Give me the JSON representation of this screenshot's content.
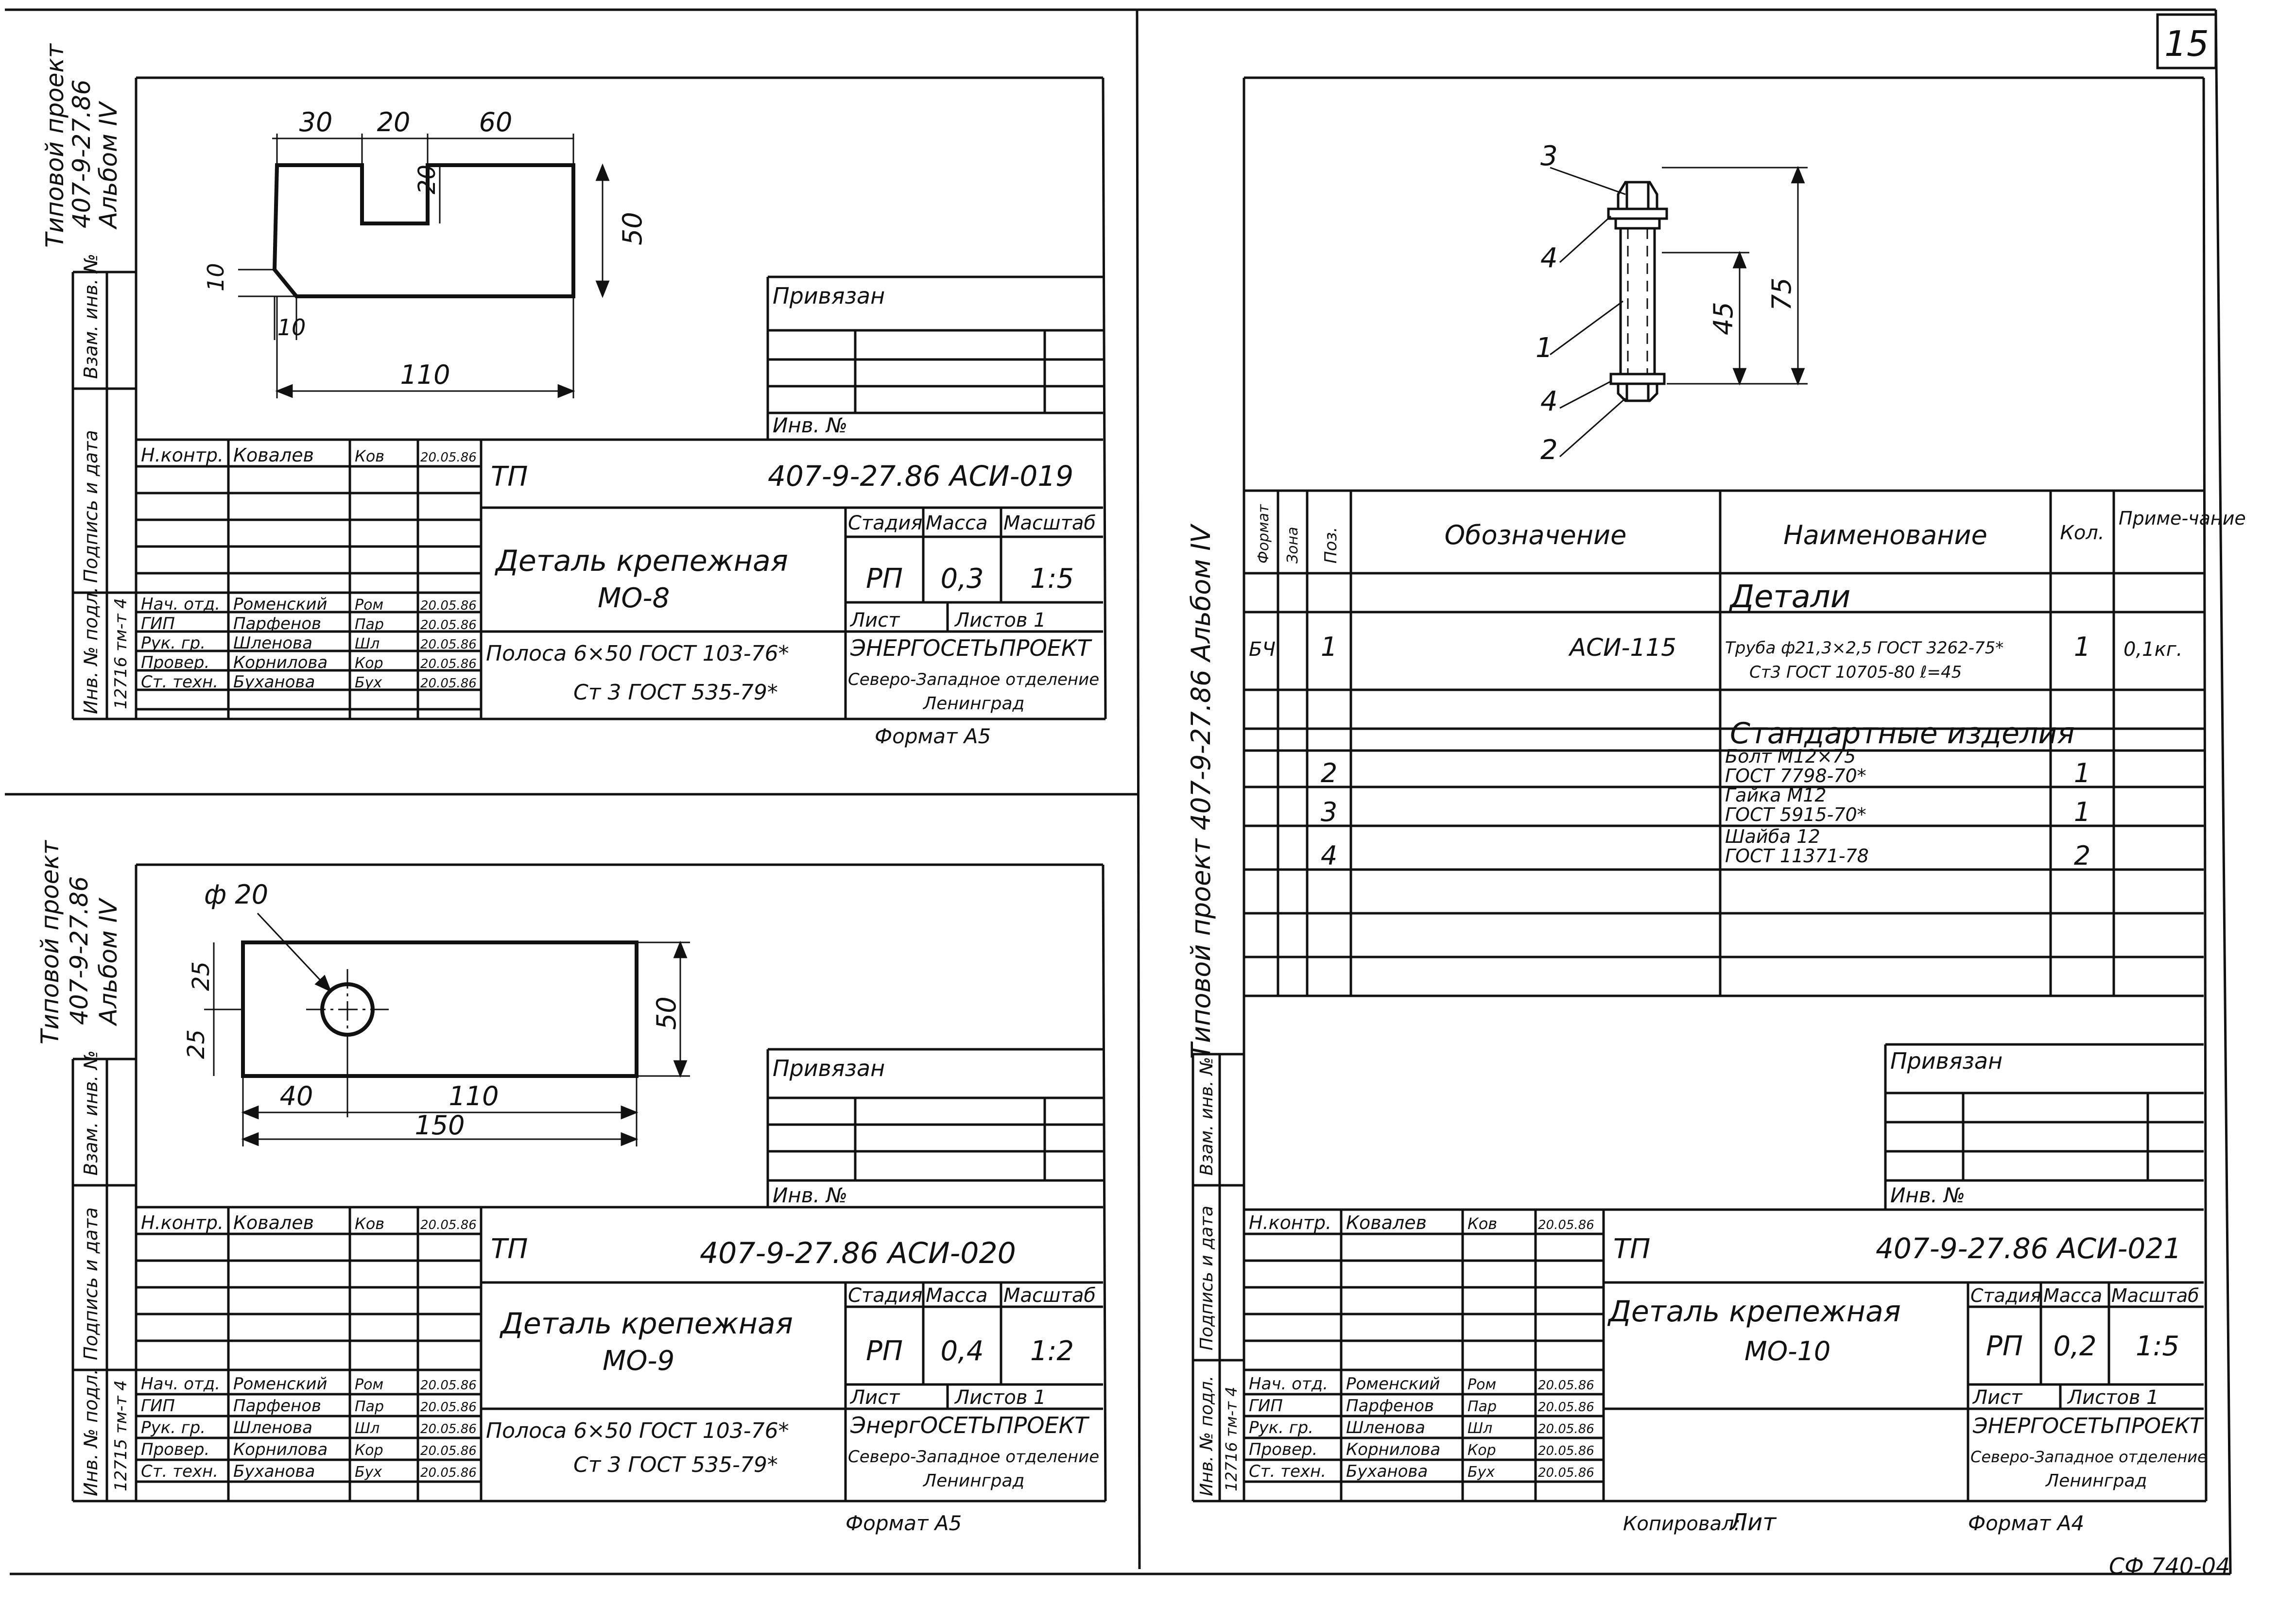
{
  "sheet_number": "15",
  "copied_by": "Копировал:",
  "copier_signature": "Лит",
  "footer_code": "СФ 740-04",
  "top_left": {
    "album_side": [
      "Типовой проект",
      "407-9-27.86",
      "Альбом IV"
    ],
    "side_columns": [
      "Взам. инв. №",
      "Подпись и дата",
      "Инв. № подл.",
      "12716 тм-т 4"
    ],
    "dims": {
      "d30": "30",
      "d20": "20",
      "d60": "60",
      "d20v": "20",
      "d50": "50",
      "d10a": "10",
      "d10b": "10",
      "d110": "110"
    },
    "privyazan": "Привязан",
    "inv_no": "Инв. №",
    "tp": "ТП",
    "code": "407-9-27.86 АСИ-019",
    "title_line1": "Деталь крепежная",
    "title_line2": "МО-8",
    "stage_header": "Стадия",
    "mass_header": "Масса",
    "scale_header": "Масштаб",
    "stage": "РП",
    "mass": "0,3",
    "scale": "1:5",
    "sheet_label": "Лист",
    "sheets_label": "Листов 1",
    "material_1": "Полоса 6×50 ГОСТ 103-76*",
    "material_2": "Ст 3 ГОСТ 535-79*",
    "org_1": "ЭНЕРГОСЕТЬПРОЕКТ",
    "org_2": "Северо-Западное отделение",
    "org_3": "Ленинград",
    "format": "Формат А5",
    "signers": [
      {
        "role": "Н.контр.",
        "name": "Ковалев",
        "sign": "Ков",
        "date": "20.05.86"
      },
      {
        "role": "Нач. отд.",
        "name": "Роменский",
        "sign": "Ром",
        "date": "20.05.86"
      },
      {
        "role": "ГИП",
        "name": "Парфенов",
        "sign": "Пар",
        "date": "20.05.86"
      },
      {
        "role": "Рук. гр.",
        "name": "Шленова",
        "sign": "Шл",
        "date": "20.05.86"
      },
      {
        "role": "Провер.",
        "name": "Корнилова",
        "sign": "Кор",
        "date": "20.05.86"
      },
      {
        "role": "Ст. техн.",
        "name": "Буханова",
        "sign": "Бух",
        "date": "20.05.86"
      }
    ]
  },
  "bottom_left": {
    "album_side": [
      "Типовой проект",
      "407-9-27.86",
      "Альбом IV"
    ],
    "side_columns": [
      "Взам. инв. №",
      "Подпись и дата",
      "Инв. № подл.",
      "12715 тм-т 4"
    ],
    "dims": {
      "phi20": "ф 20",
      "d25a": "25",
      "d25b": "25",
      "d50": "50",
      "d40": "40",
      "d110": "110",
      "d150": "150"
    },
    "privyazan": "Привязан",
    "inv_no": "Инв. №",
    "tp": "ТП",
    "code": "407-9-27.86 АСИ-020",
    "title_line1": "Деталь крепежная",
    "title_line2": "МО-9",
    "stage_header": "Стадия",
    "mass_header": "Масса",
    "scale_header": "Масштаб",
    "stage": "РП",
    "mass": "0,4",
    "scale": "1:2",
    "sheet_label": "Лист",
    "sheets_label": "Листов 1",
    "material_1": "Полоса 6×50 ГОСТ 103-76*",
    "material_2": "Ст 3 ГОСТ 535-79*",
    "org_1": "ЭнергОСЕТЬПРОЕКТ",
    "org_2": "Северо-Западное отделение",
    "org_3": "Ленинград",
    "format": "Формат А5",
    "signers": [
      {
        "role": "Н.контр.",
        "name": "Ковалев",
        "sign": "Ков",
        "date": "20.05.86"
      },
      {
        "role": "Нач. отд.",
        "name": "Роменский",
        "sign": "Ром",
        "date": "20.05.86"
      },
      {
        "role": "ГИП",
        "name": "Парфенов",
        "sign": "Пар",
        "date": "20.05.86"
      },
      {
        "role": "Рук. гр.",
        "name": "Шленова",
        "sign": "Шл",
        "date": "20.05.86"
      },
      {
        "role": "Провер.",
        "name": "Корнилова",
        "sign": "Кор",
        "date": "20.05.86"
      },
      {
        "role": "Ст. техн.",
        "name": "Буханова",
        "sign": "Бух",
        "date": "20.05.86"
      }
    ]
  },
  "right": {
    "album_side": "Типовой проект 407-9-27.86 Альбом IV",
    "side_columns": [
      "Взам. инв. №",
      "Подпись и дата",
      "Инв. № подл.",
      "12716 тм-т 4"
    ],
    "callouts": {
      "c3": "3",
      "c4a": "4",
      "c1": "1",
      "c4b": "4",
      "c2": "2"
    },
    "dims": {
      "d45": "45",
      "d75": "75"
    },
    "spec_headers": {
      "format": "Формат",
      "zone": "Зона",
      "pos": "Поз.",
      "designation": "Обозначение",
      "name": "Наименование",
      "qty": "Кол.",
      "note": "Приме-чание"
    },
    "section_details": "Детали",
    "section_standard": "Стандартные изделия",
    "spec_rows": [
      {
        "format": "БЧ",
        "pos": "1",
        "designation": "АСИ-115",
        "name_1": "Труба ф21,3×2,5 ГОСТ 3262-75*",
        "name_2": "Ст3 ГОСТ 10705-80  ℓ=45",
        "qty": "1",
        "note": "0,1кг."
      },
      {
        "format": "",
        "pos": "2",
        "designation": "",
        "name_1": "Болт М12×75",
        "name_2": "ГОСТ 7798-70*",
        "qty": "1",
        "note": ""
      },
      {
        "format": "",
        "pos": "3",
        "designation": "",
        "name_1": "Гайка М12",
        "name_2": "ГОСТ 5915-70*",
        "qty": "1",
        "note": ""
      },
      {
        "format": "",
        "pos": "4",
        "designation": "",
        "name_1": "Шайба 12",
        "name_2": "ГОСТ 11371-78",
        "qty": "2",
        "note": ""
      }
    ],
    "privyazan": "Привязан",
    "inv_no": "Инв. №",
    "tp": "ТП",
    "code": "407-9-27.86 АСИ-021",
    "title_line1": "Деталь крепежная",
    "title_line2": "МО-10",
    "stage_header": "Стадия",
    "mass_header": "Масса",
    "scale_header": "Масштаб",
    "stage": "РП",
    "mass": "0,2",
    "scale": "1:5",
    "sheet_label": "Лист",
    "sheets_label": "Листов 1",
    "org_1": "ЭНЕРГОСЕТЬПРОЕКТ",
    "org_2": "Северо-Западное отделение",
    "org_3": "Ленинград",
    "format": "Формат А4",
    "signers": [
      {
        "role": "Н.контр.",
        "name": "Ковалев",
        "sign": "Ков",
        "date": "20.05.86"
      },
      {
        "role": "Нач. отд.",
        "name": "Роменский",
        "sign": "Ром",
        "date": "20.05.86"
      },
      {
        "role": "ГИП",
        "name": "Парфенов",
        "sign": "Пар",
        "date": "20.05.86"
      },
      {
        "role": "Рук. гр.",
        "name": "Шленова",
        "sign": "Шл",
        "date": "20.05.86"
      },
      {
        "role": "Провер.",
        "name": "Корнилова",
        "sign": "Кор",
        "date": "20.05.86"
      },
      {
        "role": "Ст. техн.",
        "name": "Буханова",
        "sign": "Бух",
        "date": "20.05.86"
      }
    ]
  }
}
